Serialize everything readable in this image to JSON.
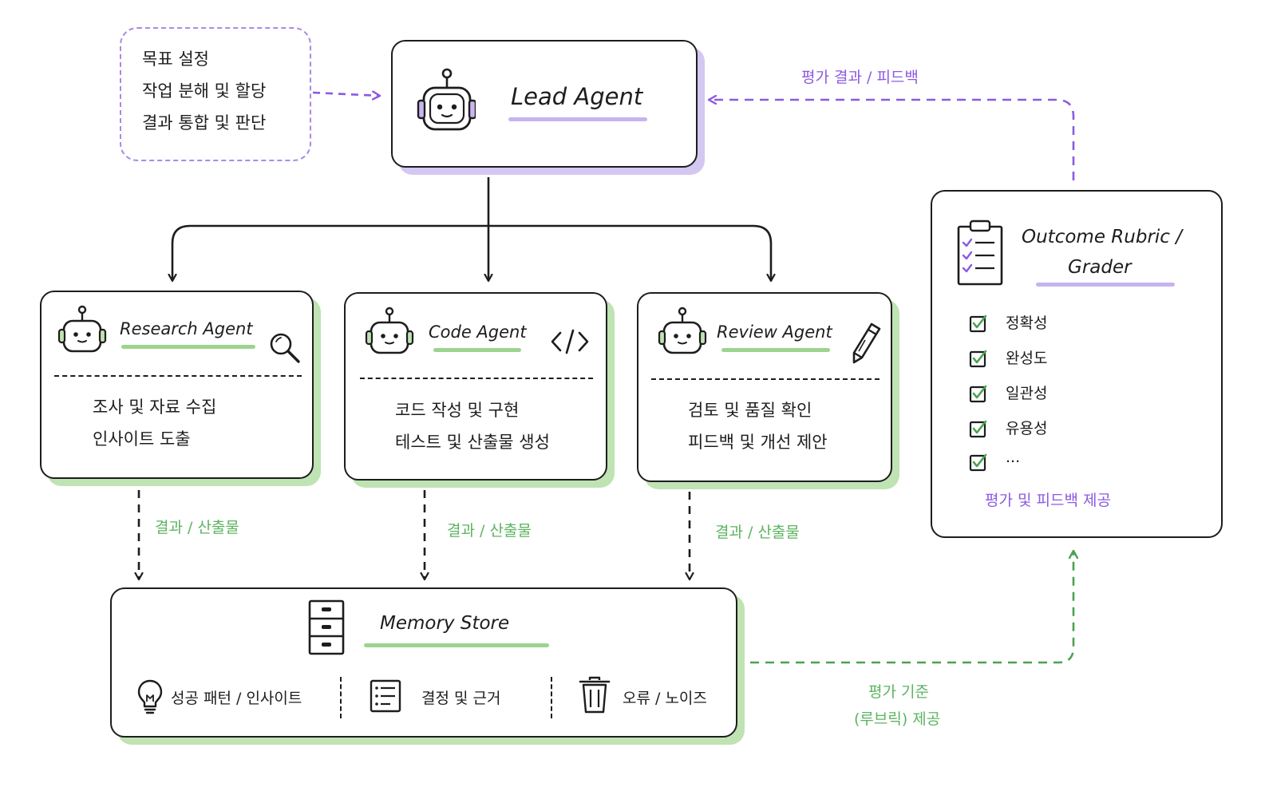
{
  "goal_note": {
    "lines": [
      "목표 설정",
      "작업 분해 및 할당",
      "결과 통합 및 판단"
    ]
  },
  "lead_agent": {
    "title": "Lead Agent"
  },
  "feedback_label": "평가 결과 / 피드백",
  "agents": [
    {
      "title": "Research Agent",
      "lines": [
        "조사 및 자료 수집",
        "인사이트 도출"
      ],
      "icon": "magnifier-icon"
    },
    {
      "title": "Code Agent",
      "lines": [
        "코드 작성 및 구현",
        "테스트 및 산출물 생성"
      ],
      "icon": "code-brackets-icon"
    },
    {
      "title": "Review Agent",
      "lines": [
        "검토 및 품질 확인",
        "피드백 및 개선 제안"
      ],
      "icon": "pencil-icon"
    }
  ],
  "output_label": "결과 / 산출물",
  "memory_store": {
    "title": "Memory Store",
    "items": [
      "성공 패턴 / 인사이트",
      "결정 및 근거",
      "오류 / 노이즈"
    ]
  },
  "rubric": {
    "title_line1": "Outcome Rubric /",
    "title_line2": "Grader",
    "criteria": [
      "정확성",
      "완성도",
      "일관성",
      "유용성",
      "..."
    ],
    "footer": "평가 및 피드백 제공"
  },
  "criteria_label": {
    "line1": "평가 기준",
    "line2": "(루브릭) 제공"
  },
  "colors": {
    "green": "#5cb360",
    "purple": "#8c5ae0",
    "ink": "#1d1d1d"
  }
}
